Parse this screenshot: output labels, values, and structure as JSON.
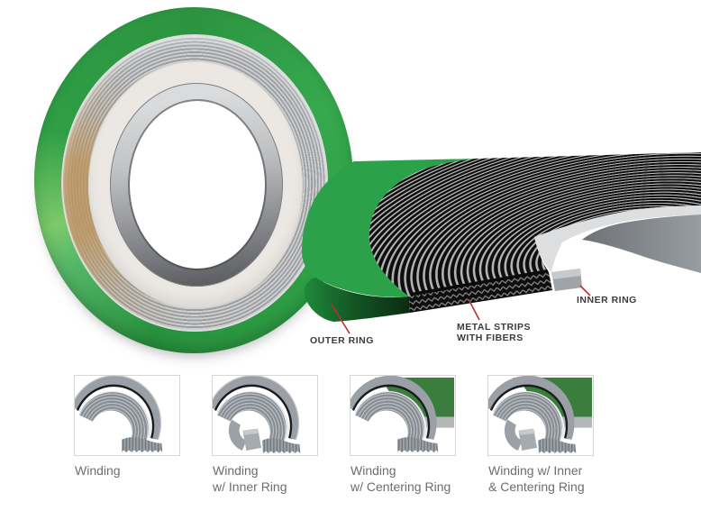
{
  "diagram": {
    "labels": {
      "outer_ring": "OUTER RING",
      "metal_strips": [
        "METAL STRIPS",
        "WITH FIBERS"
      ],
      "inner_ring": "INNER RING"
    }
  },
  "variants": [
    {
      "line1": "Winding",
      "line2": ""
    },
    {
      "line1": "Winding",
      "line2": "w/ Inner Ring"
    },
    {
      "line1": "Winding",
      "line2": "w/ Centering Ring"
    },
    {
      "line1": "Winding w/ Inner",
      "line2": "& Centering Ring"
    }
  ],
  "colors": {
    "gasket_green": "#2f9e45",
    "diagram_green": "#2ba14a",
    "variant_green": "#3a7d3c",
    "leader_red": "#b5342c",
    "label_dark": "#3b3b3b",
    "caption_gray": "#6a6e72",
    "winding_black": "#0e0e0e",
    "winding_gap": "#b4b4b4",
    "inner_ring_gray": "#dcdee0"
  }
}
